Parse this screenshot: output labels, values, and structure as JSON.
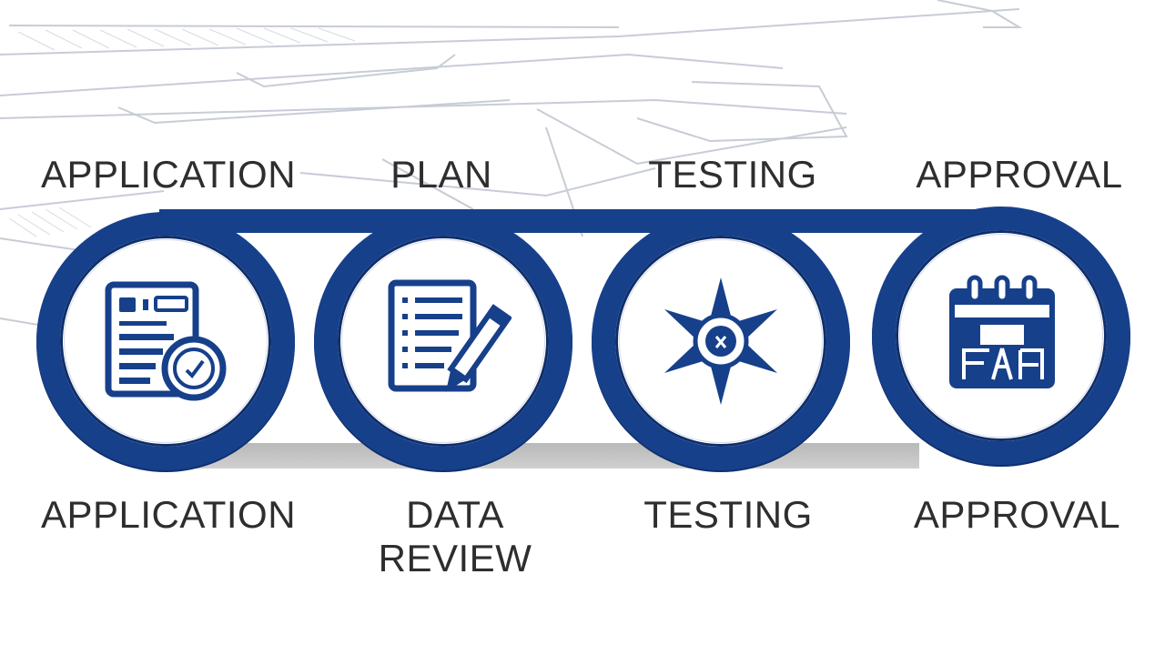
{
  "colors": {
    "primary": "#17408b",
    "text": "#2e2e30",
    "background": "#ffffff"
  },
  "stages": [
    {
      "top_label": "APPLICATION",
      "bottom_label": [
        "APPLICATION"
      ],
      "icon": "application-form-icon"
    },
    {
      "top_label": "PLAN",
      "bottom_label": [
        "DATA",
        "REVIEW"
      ],
      "icon": "checklist-pencil-icon"
    },
    {
      "top_label": "TESTING",
      "bottom_label": [
        "TESTING"
      ],
      "icon": "star-gear-icon"
    },
    {
      "top_label": "APPROVAL",
      "bottom_label": [
        "APPROVAL"
      ],
      "icon": "calendar-icon"
    }
  ]
}
